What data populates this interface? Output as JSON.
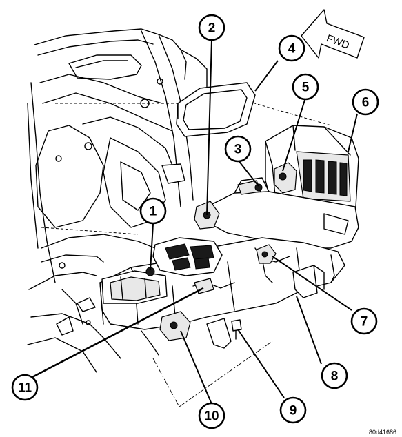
{
  "figure_id": "80d41686",
  "direction_label": "FWD",
  "callouts": [
    "1",
    "2",
    "3",
    "4",
    "5",
    "6",
    "7",
    "8",
    "9",
    "10",
    "11"
  ]
}
